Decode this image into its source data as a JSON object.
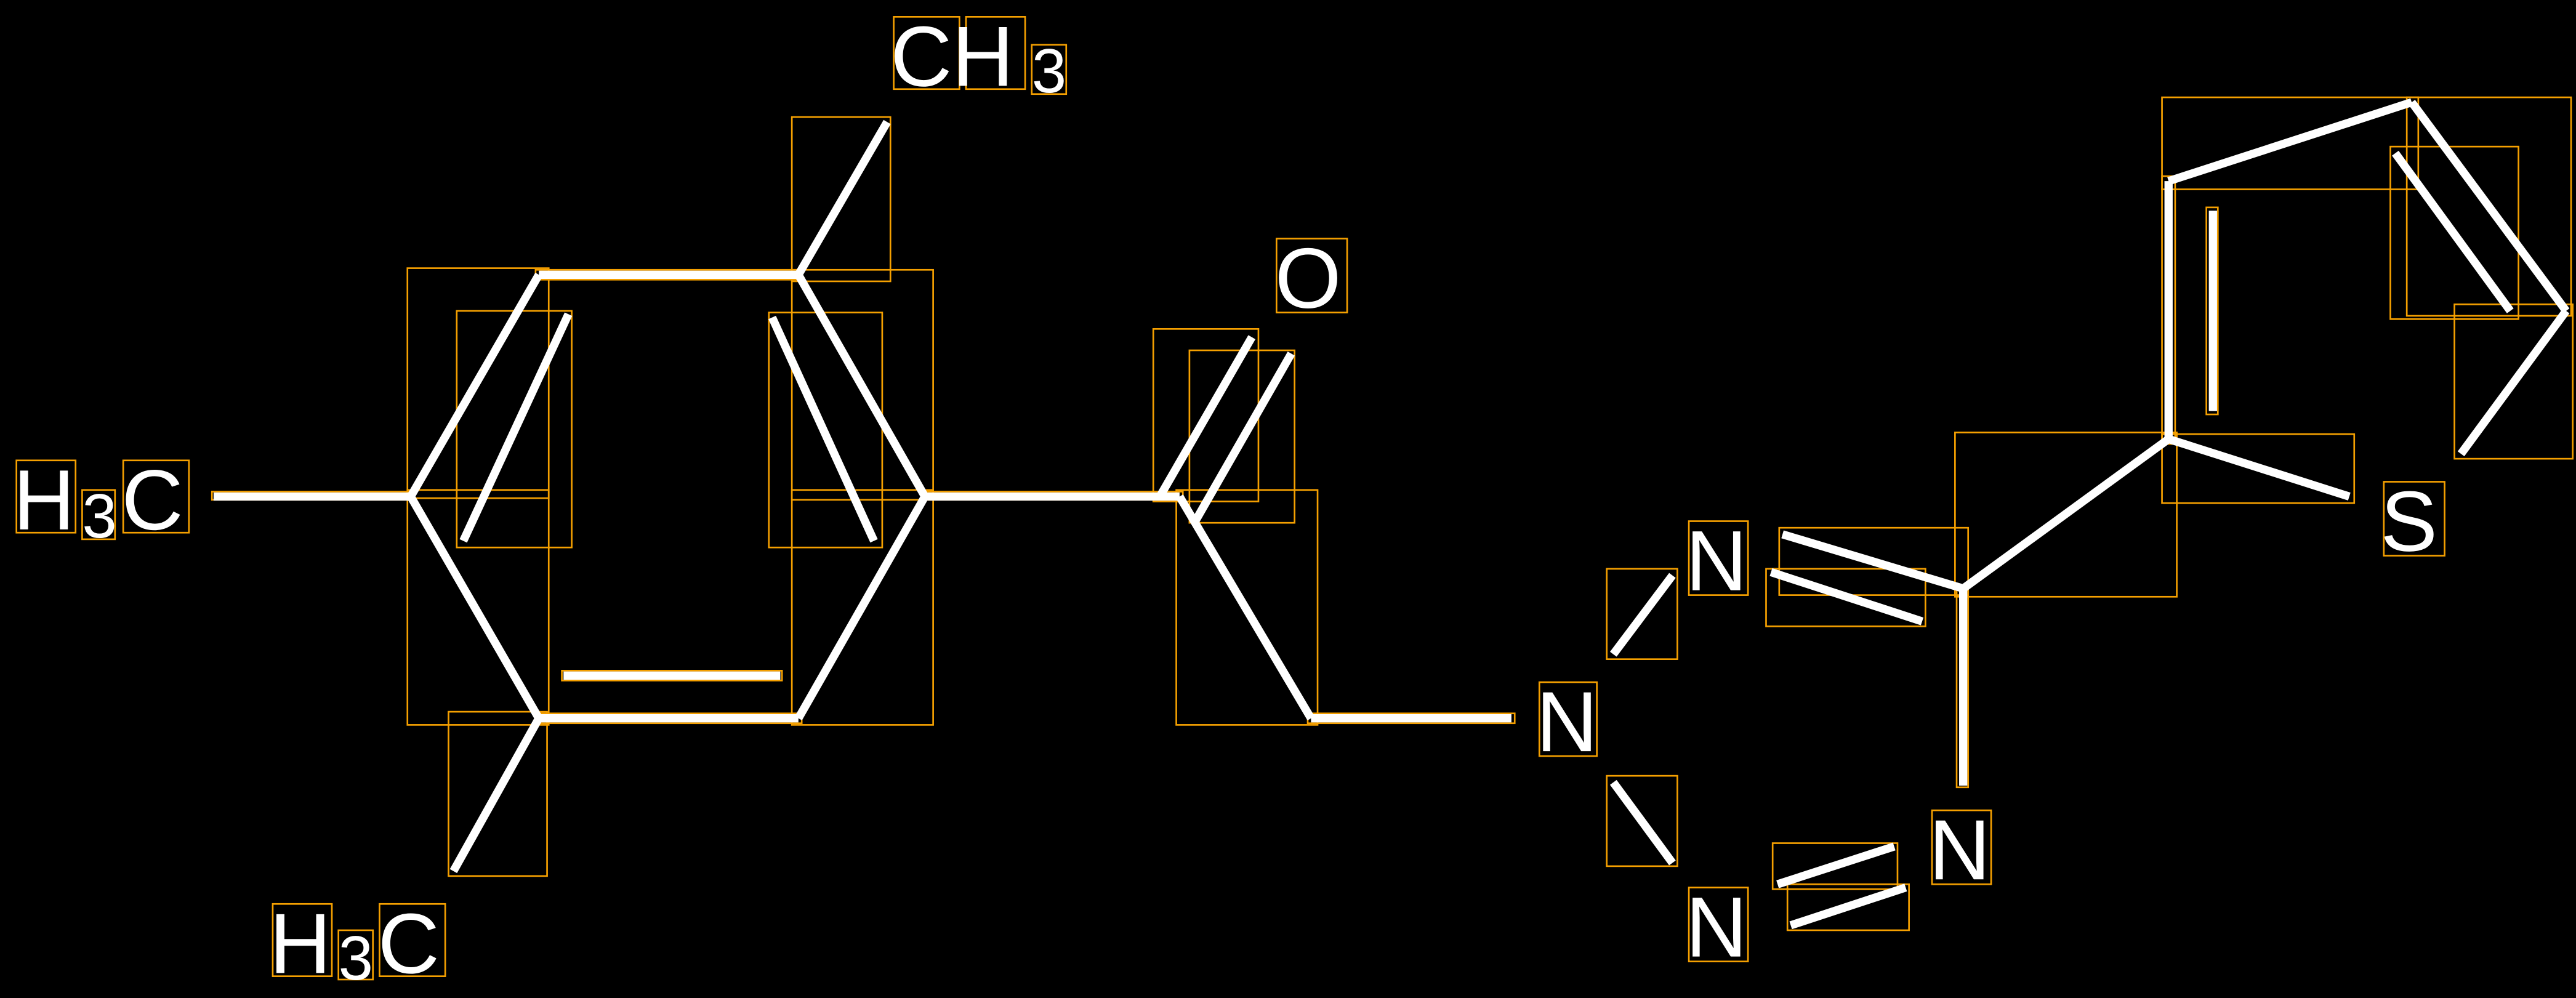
{
  "molecule": {
    "labels": {
      "methyl_left": {
        "main": "H",
        "sub": "3",
        "tail": "C"
      },
      "methyl_top": {
        "main": "CH",
        "sub": "3"
      },
      "methyl_bottom": {
        "main": "H",
        "sub": "3",
        "tail": "C"
      },
      "oxygen": "O",
      "n1": "N",
      "n2": "N",
      "n3": "N",
      "n4": "N",
      "sulfur": "S"
    }
  },
  "colors": {
    "background": "#000000",
    "bond": "#ffffff",
    "box": "#f5a000"
  }
}
